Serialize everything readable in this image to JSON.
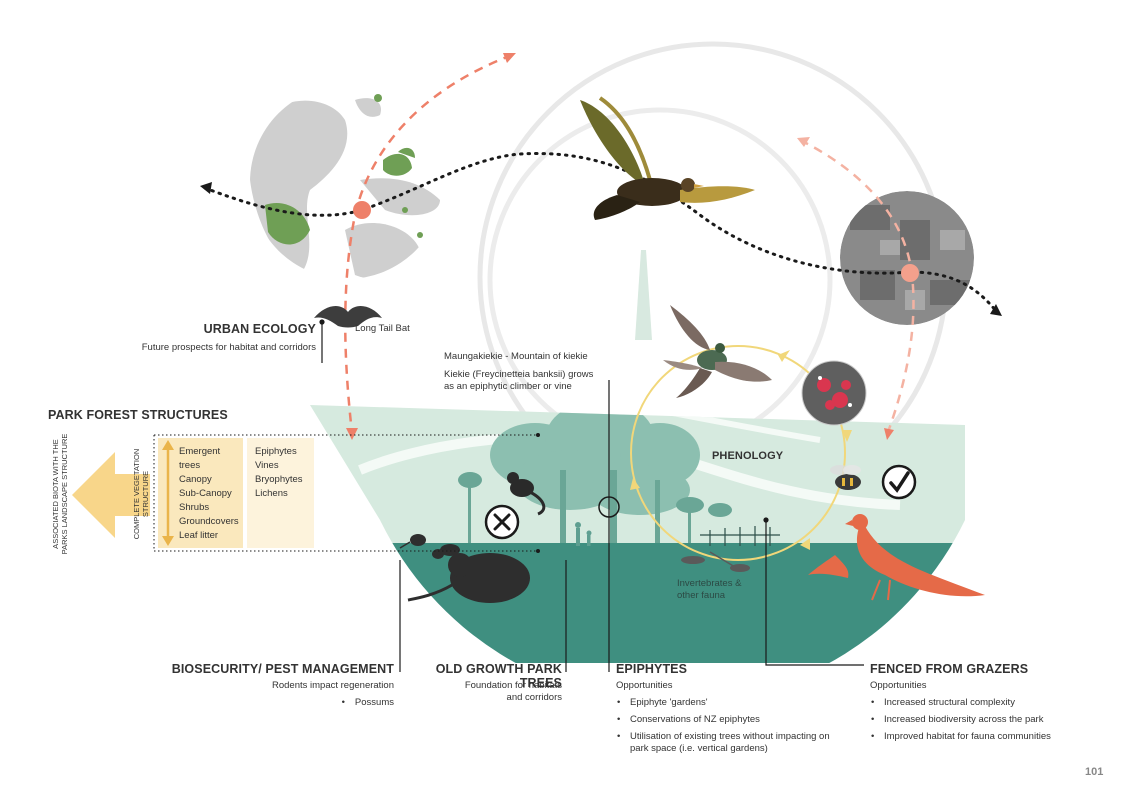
{
  "urban_ecology": {
    "title": "URBAN ECOLOGY",
    "subtitle": "Future prospects for habitat and corridors",
    "bat_label": "Long Tail Bat"
  },
  "maungakiekie": {
    "line1": "Maungakiekie - Mountain of kiekie",
    "line2": "Kiekie (Freycinetteia banksii) grows",
    "line3": "as an epiphytic climber or vine"
  },
  "phenology": {
    "label": "PHENOLOGY"
  },
  "invertebrates": {
    "line1": "Invertebrates &",
    "line2": "other fauna"
  },
  "park_forest": {
    "title": "PARK FOREST STRUCTURES",
    "associated_line1": "ASSOCIATED BIOTA WITH THE",
    "associated_line2": "PARKS LANDSCAPE STRUCTURE",
    "complete_line1": "COMPLETE VEGETATION",
    "complete_line2": "STRUCTURE",
    "layers": [
      "Emergent",
      "trees",
      "Canopy",
      "Sub-Canopy",
      "Shrubs",
      "Groundcovers",
      "Leaf litter"
    ],
    "epiphytes": [
      "Epiphytes",
      "Vines",
      "Bryophytes",
      "Lichens"
    ]
  },
  "biosecurity": {
    "title": "BIOSECURITY/ PEST MANAGEMENT",
    "subtitle": "Rodents impact regeneration",
    "bullets": [
      "Possums"
    ]
  },
  "old_growth": {
    "title": "OLD GROWTH PARK TREES",
    "line1": "Foundation for habitats",
    "line2": "and corridors"
  },
  "epiphytes_section": {
    "title": "EPIPHYTES",
    "subtitle": "Opportunities",
    "bullets": [
      "Epiphyte 'gardens'",
      "Conservations of NZ epiphytes",
      "Utilisation of existing trees without impacting on park space (i.e. vertical gardens)"
    ]
  },
  "fenced": {
    "title": "FENCED FROM GRAZERS",
    "subtitle": "Opportunities",
    "bullets": [
      "Increased structural complexity",
      "Increased biodiversity across the park",
      "Improved habitat for fauna communities"
    ]
  },
  "page_number": "101",
  "colors": {
    "teal": "#3f8f80",
    "mint": "#d4e9df",
    "coral": "#ee8069",
    "bird_orange": "#e56a48",
    "yellow_arrow": "#f8d68a",
    "phenology_ring": "#f1d77a",
    "grey_ring": "#e6e6e6",
    "map_green": "#6f9f55"
  },
  "icons": [
    "bat-icon",
    "tui-bird-icon",
    "pigeon-icon",
    "pheasant-icon",
    "rat-icon",
    "possum-icon",
    "bee-icon",
    "flower-photo-icon",
    "cross-circle-icon",
    "check-circle-icon"
  ]
}
